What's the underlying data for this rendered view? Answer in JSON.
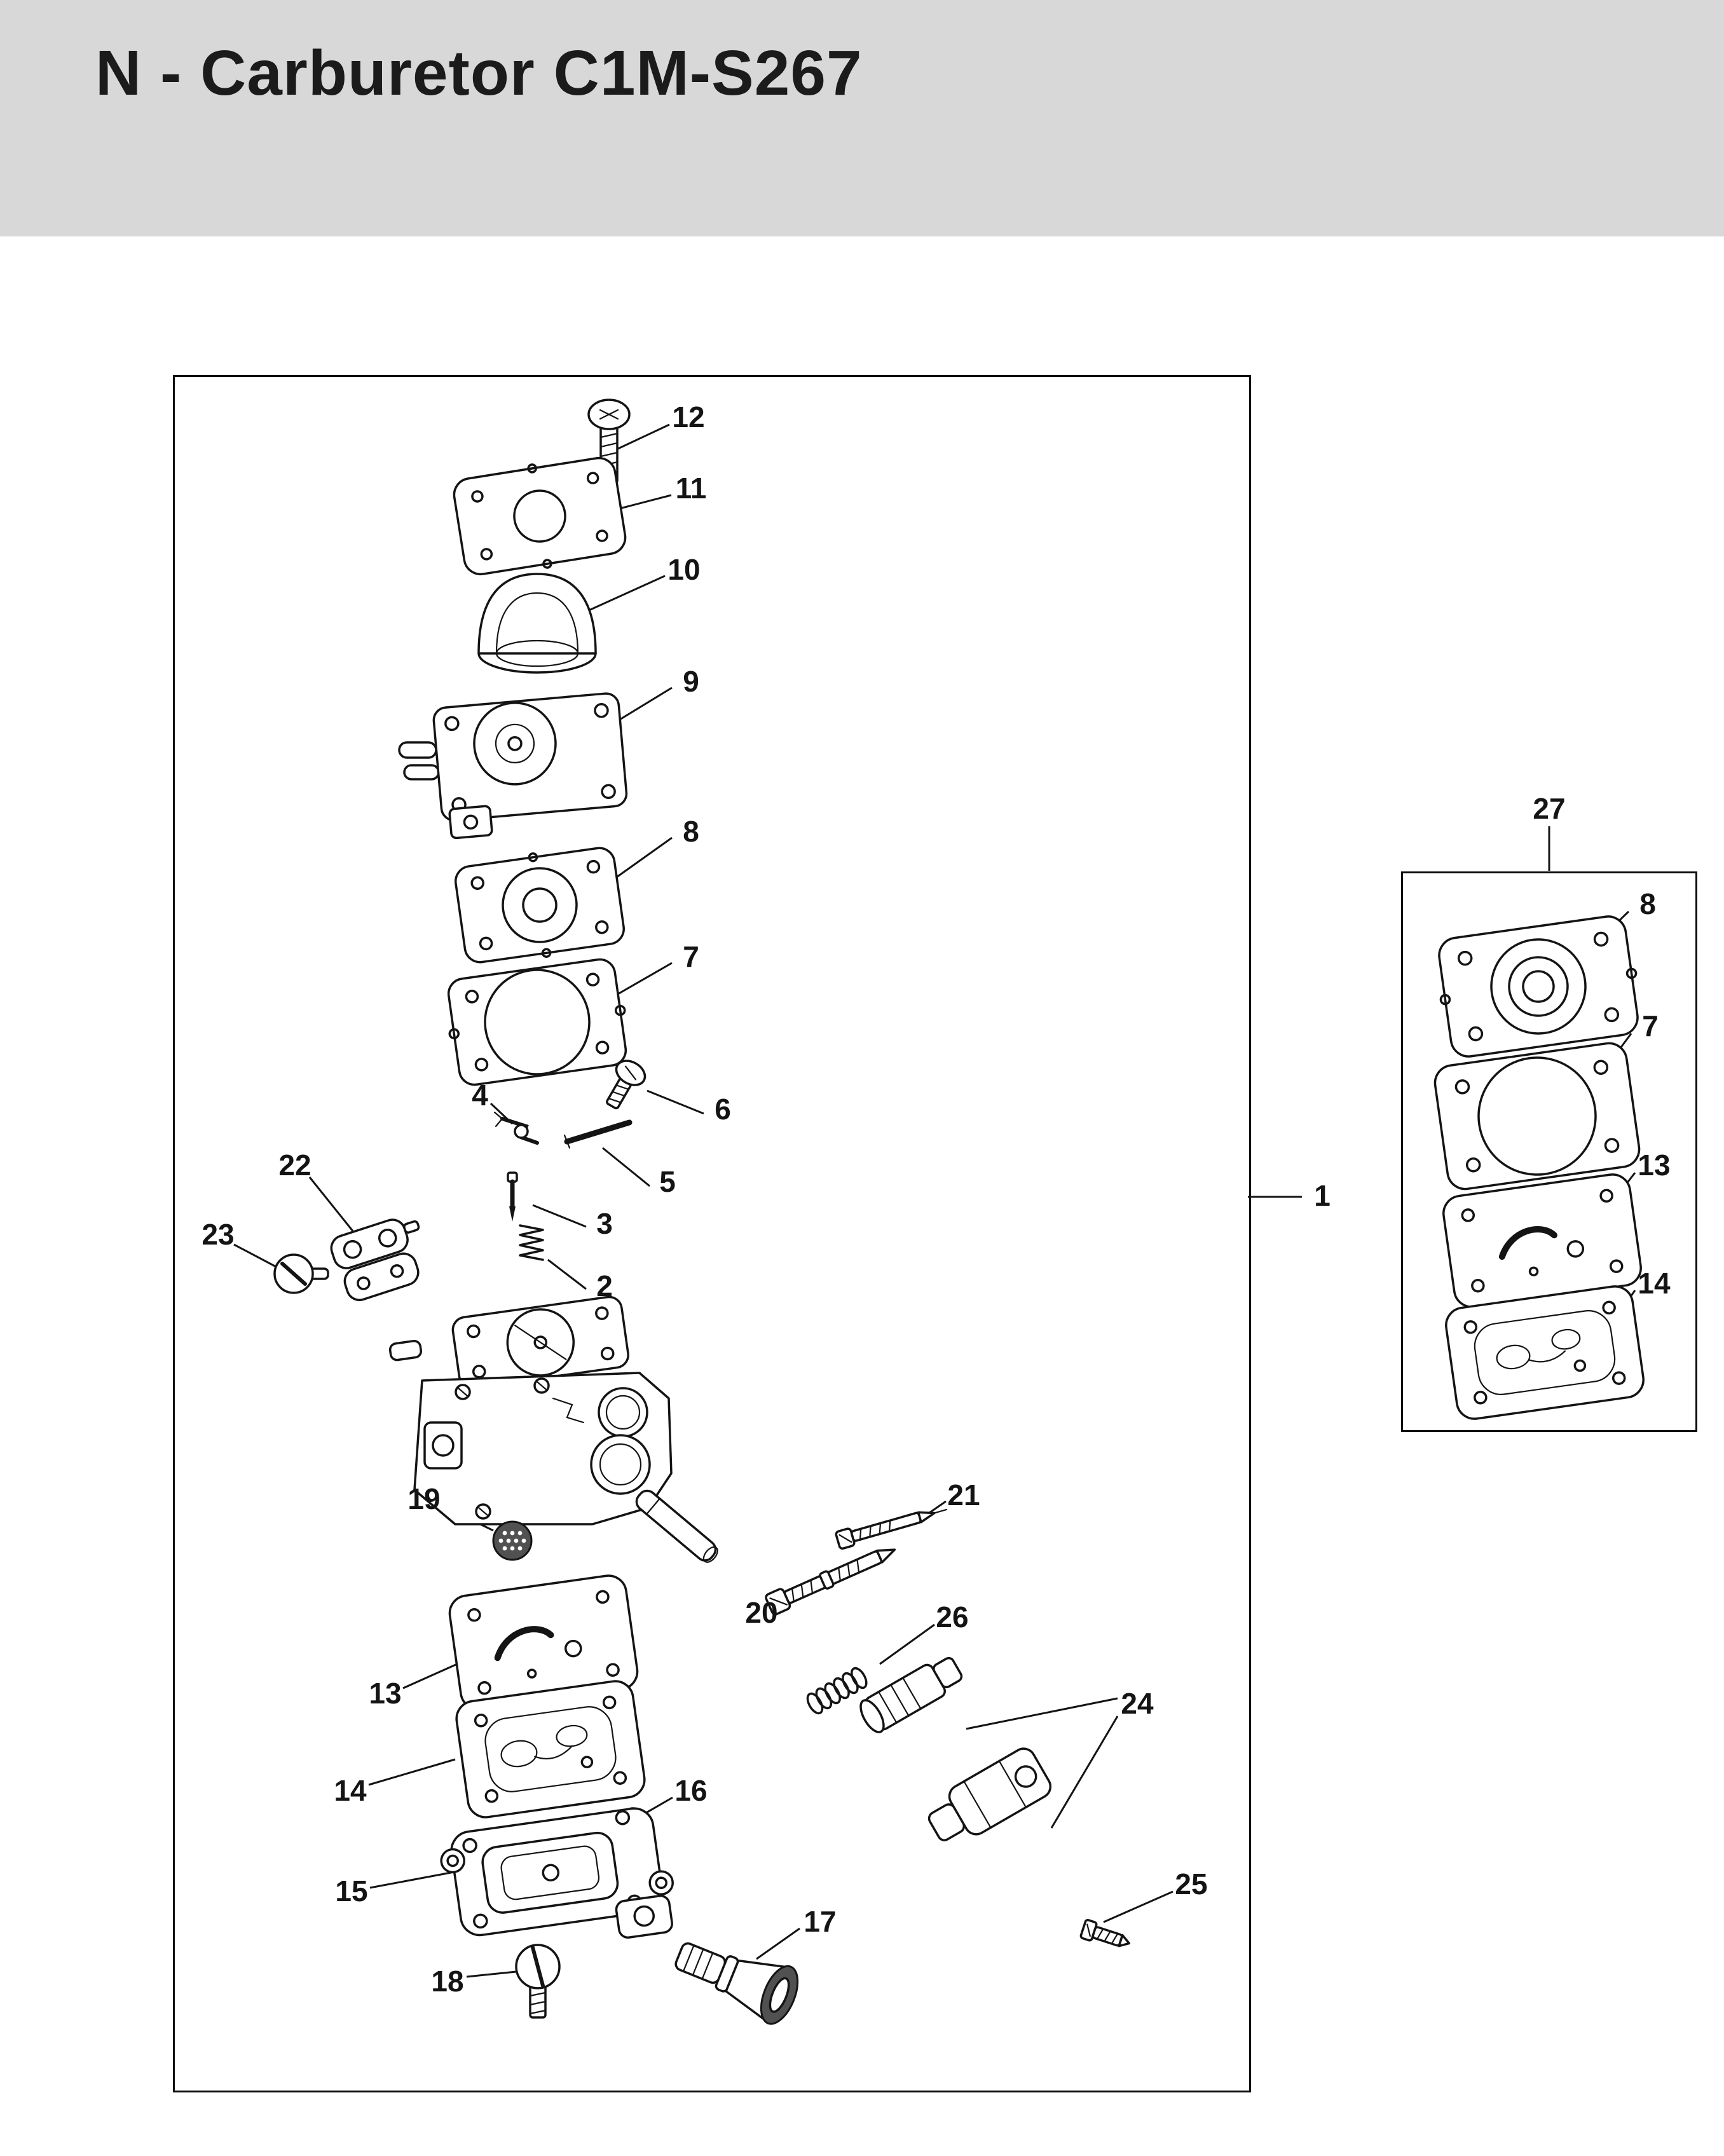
{
  "page": {
    "title": "N - Carburetor C1M-S267"
  },
  "colors": {
    "header_bg": "#d8d8d8",
    "page_bg": "#ffffff",
    "line": "#141414",
    "text": "#1b1b1b"
  },
  "main_diagram": {
    "assembly_callout": {
      "label": "1"
    },
    "callouts": [
      {
        "label": "12"
      },
      {
        "label": "11"
      },
      {
        "label": "10"
      },
      {
        "label": "9"
      },
      {
        "label": "8"
      },
      {
        "label": "7"
      },
      {
        "label": "6"
      },
      {
        "label": "5"
      },
      {
        "label": "4"
      },
      {
        "label": "3"
      },
      {
        "label": "2"
      },
      {
        "label": "22"
      },
      {
        "label": "23"
      },
      {
        "label": "19"
      },
      {
        "label": "13"
      },
      {
        "label": "14"
      },
      {
        "label": "16"
      },
      {
        "label": "15"
      },
      {
        "label": "18"
      },
      {
        "label": "17"
      },
      {
        "label": "20"
      },
      {
        "label": "21"
      },
      {
        "label": "26"
      },
      {
        "label": "24"
      },
      {
        "label": "25"
      }
    ]
  },
  "sub_diagram": {
    "group_callout": {
      "label": "27"
    },
    "callouts": [
      {
        "label": "8"
      },
      {
        "label": "7"
      },
      {
        "label": "13"
      },
      {
        "label": "14"
      }
    ]
  }
}
